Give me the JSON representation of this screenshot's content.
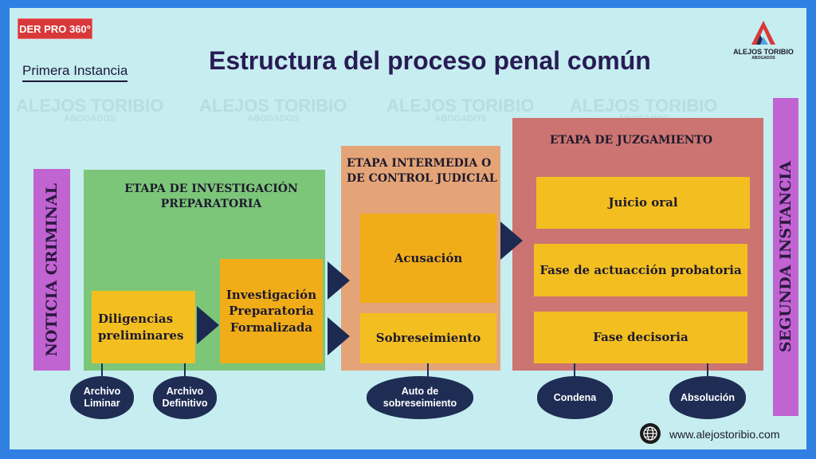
{
  "header": {
    "badge": "DER PRO 360°",
    "subtitle": "Primera Instancia",
    "title": "Estructura del proceso penal común",
    "brand_name": "ALEJOS TORIBIO",
    "brand_sub": "ABOGADOS"
  },
  "side": {
    "left": "NOTICIA CRIMINAL",
    "right": "SEGUNDA INSTANCIA"
  },
  "stages": {
    "investigation": {
      "title": "ETAPA DE INVESTIGACIÓN PREPARATORIA",
      "boxes": [
        "Diligencias preliminares",
        "Investigación Preparatoria Formalizada"
      ]
    },
    "intermediate": {
      "title": "ETAPA  INTERMEDIA O DE CONTROL JUDICIAL",
      "boxes": [
        "Acusación",
        "Sobreseimiento"
      ]
    },
    "trial": {
      "title": "ETAPA  DE JUZGAMIENTO",
      "boxes": [
        "Juicio oral",
        "Fase de actuacción probatoria",
        "Fase decisoria"
      ]
    }
  },
  "outcomes": [
    "Archivo Liminar",
    "Archivo Definitivo",
    "Auto de sobreseimiento",
    "Condena",
    "Absolución"
  ],
  "footer": {
    "website": "www.alejostoribio.com"
  },
  "colors": {
    "border": "#2f80e2",
    "background": "#c6edf0",
    "purple": "#c263d2",
    "green": "#7cc47a",
    "orange": "#e8a070",
    "red": "#cc6f6c",
    "yellow": "#f3bf20",
    "navy": "#1f2d55"
  }
}
